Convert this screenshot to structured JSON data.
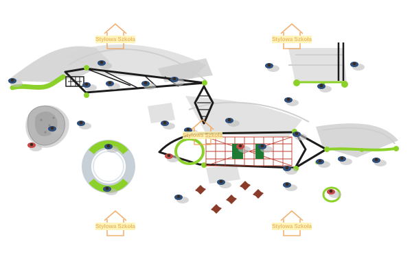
{
  "colors": {
    "accent_green": "#8cd12a",
    "frame_black": "#1c1c1c",
    "net_red": "#c0392b",
    "panel_dark_green": "#1f7a34",
    "watermark_text": "#e8b04a",
    "watermark_box": "#fff3b0",
    "watermark_house": "#f0a35a"
  },
  "watermarks": [
    {
      "text": "Stylowa Szkoła"
    },
    {
      "text": "Stylowa Szkoła"
    },
    {
      "text": "Stylowa Szkoła"
    },
    {
      "text": "Stylowa Szkoła"
    },
    {
      "text": "Stylowa Szkoła"
    }
  ]
}
